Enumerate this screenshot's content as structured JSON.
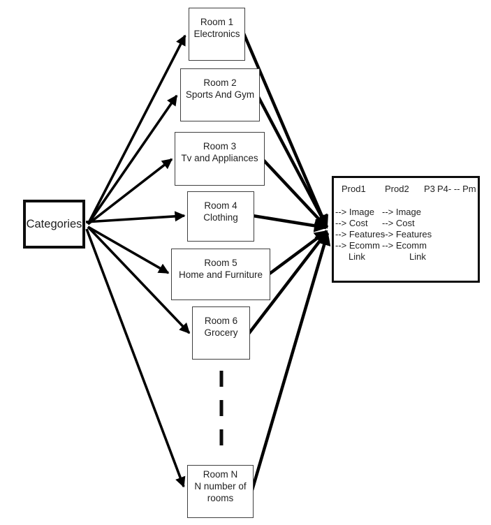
{
  "categories": {
    "label": "Categories"
  },
  "rooms": [
    {
      "title": "Room 1",
      "subtitle": "Electronics"
    },
    {
      "title": "Room 2",
      "subtitle": "Sports And Gym"
    },
    {
      "title": "Room 3",
      "subtitle": "Tv and Appliances"
    },
    {
      "title": "Room 4",
      "subtitle": "Clothing"
    },
    {
      "title": "Room 5",
      "subtitle": "Home and Furniture"
    },
    {
      "title": "Room 6",
      "subtitle": "Grocery"
    },
    {
      "title": "Room N",
      "subtitle": "N number of rooms"
    }
  ],
  "products": {
    "headers": [
      "Prod1",
      "Prod2",
      "P3",
      "P4- -- Pm"
    ],
    "columns": [
      {
        "items": [
          "--> Image",
          "--> Cost",
          "--> Features",
          "--> Ecomm",
          "Link"
        ]
      },
      {
        "items": [
          "--> Image",
          "--> Cost",
          "--> Features",
          "--> Ecomm",
          "Link"
        ]
      }
    ]
  },
  "colors": {
    "line": "#000000",
    "room_border": "#3f3f3f",
    "accent_border": "#0d0d0d",
    "text": "#1f1f1f",
    "background": "#ffffff"
  }
}
